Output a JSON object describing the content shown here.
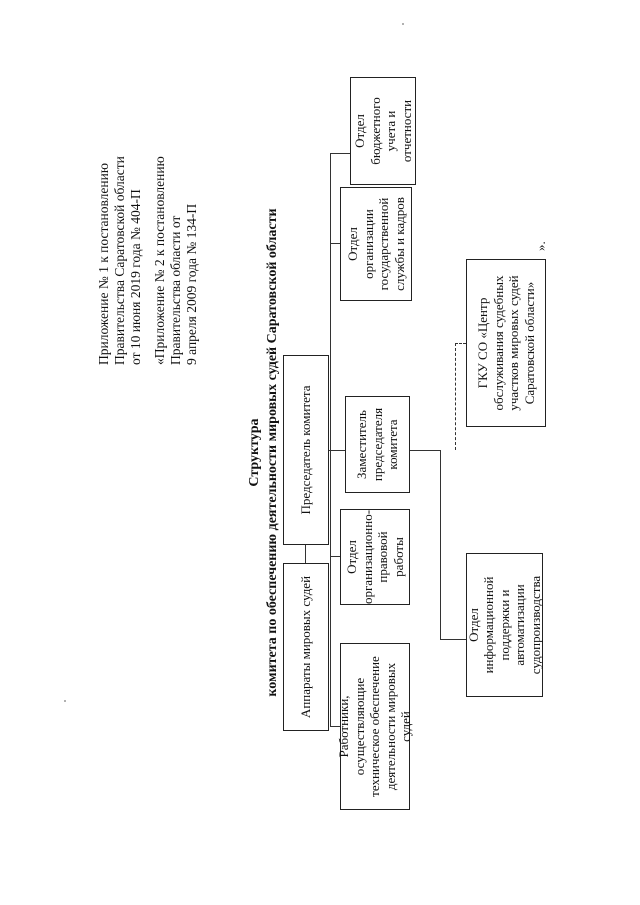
{
  "annex": {
    "lines1": [
      "Приложение № 1 к постановлению",
      "Правительства Саратовской области",
      "от 10 июня 2019 года № 404-П"
    ],
    "lines2": [
      "«Приложение № 2 к постановлению",
      "Правительства области от",
      "9 апреля 2009 года № 134-П"
    ]
  },
  "title": {
    "line1": "Структура",
    "line2": "комитета по обеспечению деятельности мировых судей Саратовской области"
  },
  "boxes": {
    "apparatus": "Аппараты мировых судей",
    "chairman": "Председатель комитета",
    "workers": "Работники, осуществляющие техническое обеспечение деятельности мировых судей",
    "legal_dept": "Отдел организационно-правовой работы",
    "deputy": "Заместитель председателя комитета",
    "hr_dept": "Отдел организации государственной службы и кадров",
    "budget_dept": "Отдел бюджетного учета и отчетности",
    "it_dept": "Отдел информационной поддержки и автоматизации судопроизводства",
    "gku": "ГКУ СО «Центр обслуживания судебных участков мировых судей Саратовской области»"
  },
  "closing_mark": "»."
}
